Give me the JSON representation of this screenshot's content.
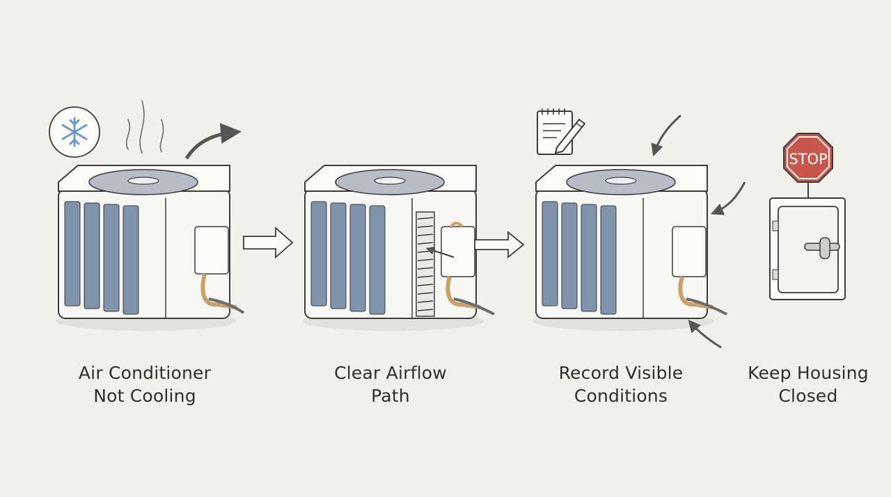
{
  "steps": [
    {
      "line1": "Air Conditioner",
      "line2": "Not Cooling"
    },
    {
      "line1": "Clear Airflow",
      "line2": "Path"
    },
    {
      "line1": "Record Visible",
      "line2": "Conditions"
    },
    {
      "line1": "Keep Housing",
      "line2": "Closed"
    }
  ],
  "sign": {
    "text": "STOP"
  },
  "icons": {
    "cold": "snowflake-icon",
    "heat": "heat-waves-icon",
    "notes": "notepad-pencil-icon",
    "stop": "stop-sign-icon",
    "housing": "closed-housing-door-icon",
    "arrow": "arrow-icon"
  },
  "colors": {
    "background": "#f1f1ec",
    "ink": "#3a3a3a",
    "coil": "#7f93ab",
    "unit": "#f7f7f4",
    "pipe": "#c9a066",
    "stop_red": "#c9564a",
    "snow_blue": "#6f97c8"
  }
}
